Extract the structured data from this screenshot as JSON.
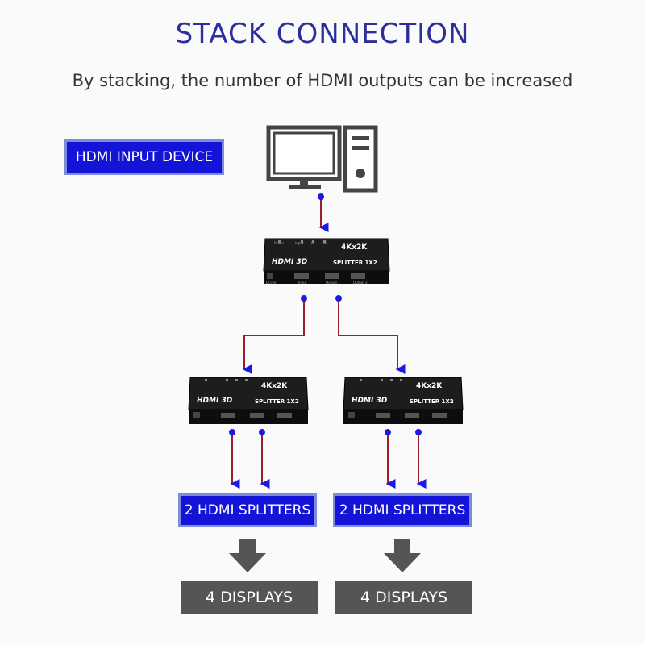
{
  "title": "STACK CONNECTION",
  "subtitle": "By stacking, the number of HDMI outputs can be increased",
  "input_device_label": "HDMI INPUT DEVICE",
  "splitter_device": {
    "resolution": "4Kx2K",
    "logo": "HDMI 3D",
    "model": "SPLITTER 1X2",
    "led_labels": [
      "Power",
      "Input",
      "L1",
      "L2"
    ],
    "port_labels": [
      "DC/5V",
      "Input",
      "Output 1",
      "Output 2"
    ]
  },
  "bottom_labels": {
    "left_splitters": "2 HDMI SPLITTERS",
    "right_splitters": "2 HDMI SPLITTERS",
    "left_displays": "4 DISPLAYS",
    "right_displays": "4 DISPLAYS"
  },
  "colors": {
    "title": "#2b2f9e",
    "label_blue": "#1414d8",
    "wire": "#9a1f2b",
    "arrow": "#1a1ae0",
    "gray": "#555555"
  }
}
